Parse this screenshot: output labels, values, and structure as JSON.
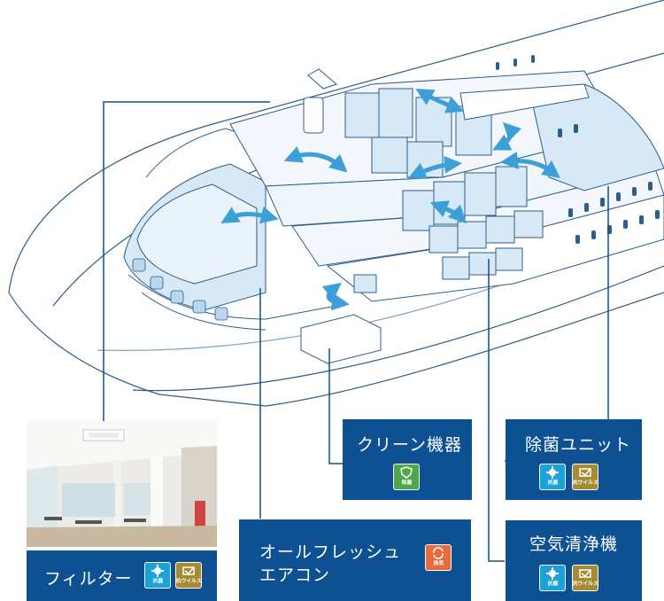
{
  "features": {
    "filter": {
      "title": "フィルター",
      "badges": [
        {
          "icon": "antibacterial-icon",
          "label": "抗菌",
          "color": "#1ba3d9"
        },
        {
          "icon": "antivirus-icon",
          "label": "抗ウイルス",
          "color": "#a58b32"
        }
      ]
    },
    "clean": {
      "title": "クリーン機器",
      "badges": [
        {
          "icon": "shield-icon",
          "label": "除菌",
          "color": "#4ea84a"
        }
      ]
    },
    "sterilizer": {
      "title": "除菌ユニット",
      "badges": [
        {
          "icon": "antibacterial-icon",
          "label": "抗菌",
          "color": "#1ba3d9"
        },
        {
          "icon": "antivirus-icon",
          "label": "抗ウイルス",
          "color": "#a58b32"
        }
      ]
    },
    "fresh_ac": {
      "title_line1": "オールフレッシュ",
      "title_line2": "エアコン",
      "badges": [
        {
          "icon": "ventilation-icon",
          "label": "換気",
          "color": "#ea6a3c"
        }
      ]
    },
    "purifier": {
      "title": "空気清浄機",
      "badges": [
        {
          "icon": "antibacterial-icon",
          "label": "抗菌",
          "color": "#1ba3d9"
        },
        {
          "icon": "antivirus-icon",
          "label": "抗ウイルス",
          "color": "#a58b32"
        }
      ]
    }
  },
  "colors": {
    "card": "#0d5192",
    "ship_line": "#2c5d8c",
    "air_arrow": "#3d9fd8",
    "ship_fill": "#d7e9f6"
  }
}
